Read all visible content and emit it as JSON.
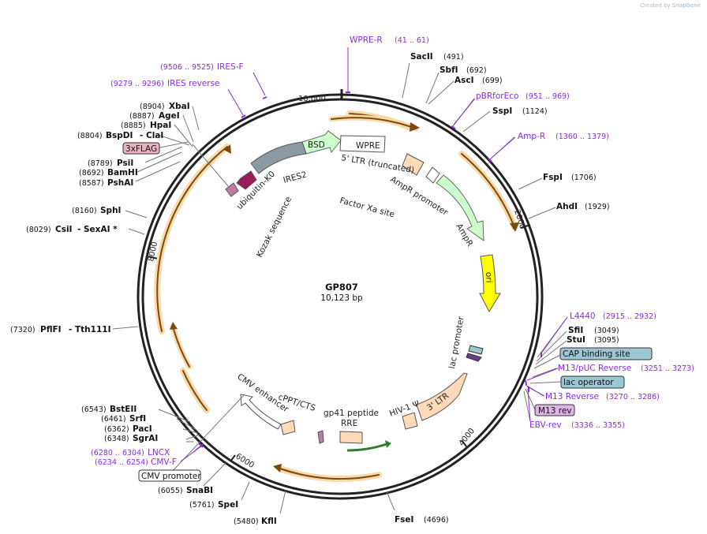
{
  "header": {
    "created_by": "Created by",
    "brand": "SnapGene"
  },
  "plasmid": {
    "name": "GP807",
    "length_label": "10,123 bp"
  },
  "tick_labels": [
    "10,000",
    "2000",
    "4000",
    "6000",
    "8000"
  ],
  "enzymes": {
    "sacii": {
      "name": "SacII",
      "pos": "(491)"
    },
    "sbfi": {
      "name": "SbfI",
      "pos": "(692)"
    },
    "asci": {
      "name": "AscI",
      "pos": "(699)"
    },
    "sspi": {
      "name": "SspI",
      "pos": "(1124)"
    },
    "fspi": {
      "name": "FspI",
      "pos": "(1706)"
    },
    "ahdi": {
      "name": "AhdI",
      "pos": "(1929)"
    },
    "sfii": {
      "name": "SfiI",
      "pos": "(3049)"
    },
    "stui": {
      "name": "StuI",
      "pos": "(3095)"
    },
    "fsei": {
      "name": "FseI",
      "pos": "(4696)"
    },
    "kfli": {
      "name": "KflI",
      "pos": "(5480)"
    },
    "spei": {
      "name": "SpeI",
      "pos": "(5761)"
    },
    "snabi": {
      "name": "SnaBI",
      "pos": "(6055)"
    },
    "sgrai": {
      "name": "SgrAI",
      "pos": "(6348)"
    },
    "paci": {
      "name": "PacI",
      "pos": "(6362)"
    },
    "srfi": {
      "name": "SrfI",
      "pos": "(6461)"
    },
    "bsteii": {
      "name": "BstEII",
      "pos": "(6543)"
    },
    "pflfi": {
      "name": "PflFI",
      "name2": "Tth111I",
      "dash": "-",
      "pos": "(7320)"
    },
    "csii": {
      "name": "CsiI",
      "name2": "SexAI *",
      "dash": "-",
      "pos": "(8029)"
    },
    "sphi": {
      "name": "SphI",
      "pos": "(8160)"
    },
    "pshai": {
      "name": "PshAI",
      "pos": "(8587)"
    },
    "bamhi": {
      "name": "BamHI",
      "pos": "(8692)"
    },
    "psii": {
      "name": "PsiI",
      "pos": "(8789)"
    },
    "bspdi": {
      "name": "BspDI",
      "name2": "ClaI",
      "dash": "-",
      "pos": "(8804)"
    },
    "hpai": {
      "name": "HpaI",
      "pos": "(8885)"
    },
    "agei": {
      "name": "AgeI",
      "pos": "(8887)"
    },
    "xbai": {
      "name": "XbaI",
      "pos": "(8904)"
    }
  },
  "primers": {
    "wpre_r": {
      "name": "WPRE-R",
      "pos": "(41 .. 61)"
    },
    "pbrforeco": {
      "name": "pBRforEco",
      "pos": "(951 .. 969)"
    },
    "amp_r": {
      "name": "Amp-R",
      "pos": "(1360 .. 1379)"
    },
    "l4440": {
      "name": "L4440",
      "pos": "(2915 .. 2932)"
    },
    "m13_puc_rev": {
      "name": "M13/pUC Reverse",
      "pos": "(3251 .. 3273)"
    },
    "m13_reverse": {
      "name": "M13 Reverse",
      "pos": "(3270 .. 3286)"
    },
    "ebv_rev": {
      "name": "EBV-rev",
      "pos": "(3336 .. 3355)"
    },
    "lncx": {
      "name": "LNCX",
      "pos": "(6280 .. 6304)"
    },
    "cmv_f": {
      "name": "CMV-F",
      "pos": "(6234 .. 6254)"
    },
    "ires_f": {
      "name": "IRES-F",
      "pos": "(9506 .. 9525)"
    },
    "ires_reverse": {
      "name": "IRES reverse",
      "pos": "(9279 .. 9296)"
    }
  },
  "boxed_labels": {
    "cap_binding_site": "CAP binding site",
    "lac_operator": "lac operator",
    "m13_rev": "M13 rev",
    "cmv_promoter": "CMV promoter",
    "three_x_flag": "3xFLAG"
  },
  "features": {
    "bsd": "BSD",
    "wpre": "WPRE",
    "ltr5": "5' LTR (truncated)",
    "ires2": "IRES2",
    "ubiquitin": "ubiquitin-K0",
    "factor_xa": "Factor Xa site",
    "ampr_promoter": "AmpR promoter",
    "ampr": "AmpR",
    "ori": "ori",
    "lac_promoter": "lac promoter",
    "kozak": "Kozak sequence",
    "ltr3": "3' LTR",
    "hiv": "HIV-1 Ψ",
    "rre": "RRE",
    "gp41": "gp41 peptide",
    "cppt": "cPPT/CTS",
    "cmv_enhancer": "CMV enhancer"
  },
  "colors": {
    "backbone": "#222222",
    "primer": "#8a2be2",
    "orf_orange": "#f5a623",
    "bsd_green": "#ccffcc",
    "ubiquitin_gray": "#8c9aa3",
    "flag_pink": "#9b1b5a",
    "ori_yellow": "#ffff00",
    "rre_peach": "#ffdab9",
    "lac_blue": "#9cc7d1",
    "box_pink": "#e8b4c0"
  }
}
